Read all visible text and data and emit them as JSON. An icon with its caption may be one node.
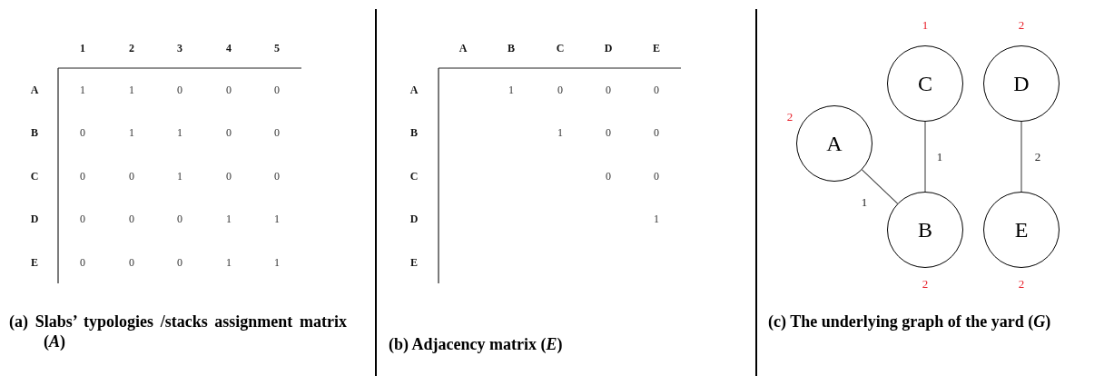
{
  "diagram": {
    "nodes": [
      {
        "text": [
          "C"
        ],
        "beside": [
          "1"
        ]
      },
      {
        "text": [
          "D"
        ],
        "beside": [
          "2"
        ]
      },
      {
        "text": [
          "A"
        ],
        "beside": [
          "2"
        ]
      },
      {
        "text": [
          "B"
        ],
        "beside": [
          "2"
        ]
      },
      {
        "text": [
          "E"
        ],
        "beside": [
          "2"
        ]
      }
    ],
    "edges": [
      {
        "from": 2,
        "to": 3,
        "arrow": "none",
        "label": "1"
      },
      {
        "from": 0,
        "to": 3,
        "arrow": "none",
        "label": "1"
      },
      {
        "from": 1,
        "to": 4,
        "arrow": "none",
        "label": "2"
      }
    ],
    "labels": [
      "1",
      "2",
      "3",
      "4",
      "5",
      "A",
      "1",
      "1",
      "0",
      "0",
      "0",
      "B",
      "0",
      "1",
      "1",
      "0",
      "0",
      "C",
      "0",
      "0",
      "1",
      "0",
      "0",
      "D",
      "0",
      "0",
      "0",
      "1",
      "1",
      "E",
      "0",
      "0",
      "0",
      "1",
      "1",
      "(a) Slabs’ typologies /stacks assignment matrix (*A*)",
      "A",
      "B",
      "C",
      "D",
      "E",
      "A",
      "1",
      "0",
      "0",
      "0",
      "B",
      "1",
      "0",
      "0",
      "C",
      "0",
      "0",
      "D",
      "1",
      "E",
      "(b) Adjacency matrix (*E*)",
      "(c) The underlying graph of the yard (*G*)"
    ]
  }
}
